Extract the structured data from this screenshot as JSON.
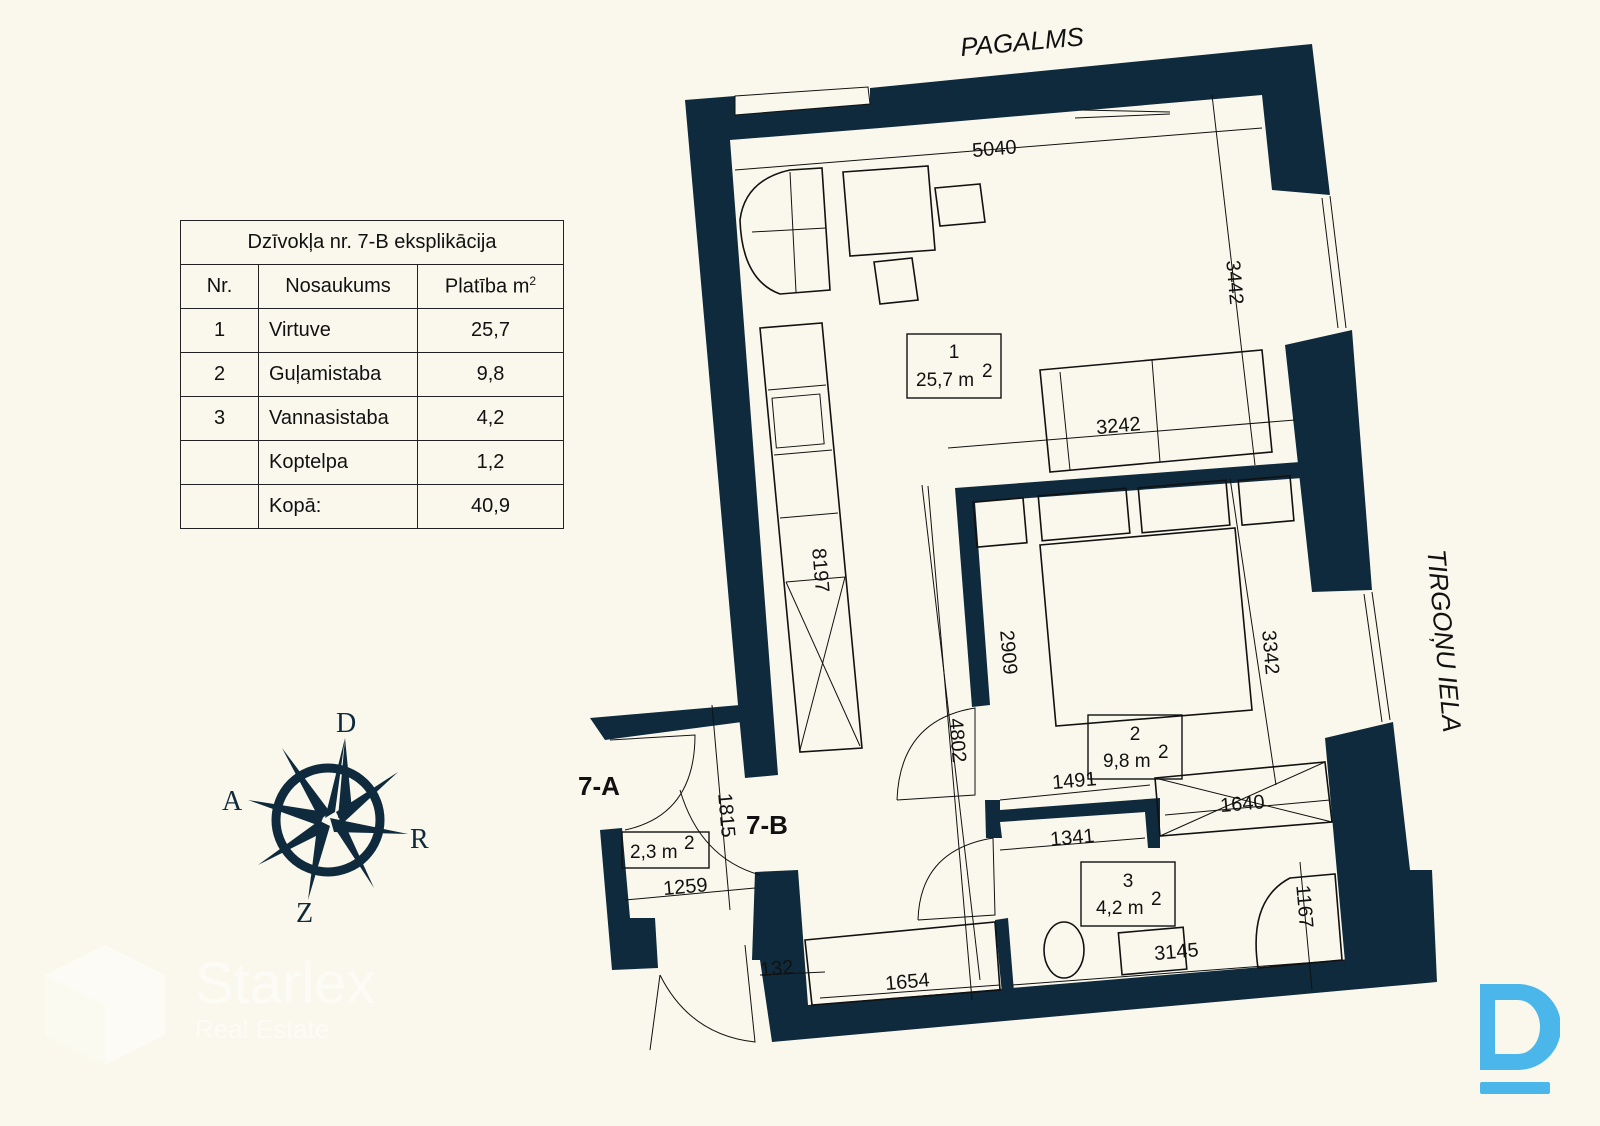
{
  "streets": {
    "top": "PAGALMS",
    "right": "TIRGOŅU IELA"
  },
  "apartments": {
    "a": "7-A",
    "b": "7-B"
  },
  "table": {
    "title": "Dzīvokļa nr. 7-B eksplikācija",
    "headers": [
      "Nr.",
      "Nosaukums",
      "Platība m",
      "2"
    ],
    "rows": [
      {
        "nr": "1",
        "name": "Virtuve",
        "area": "25,7"
      },
      {
        "nr": "2",
        "name": "Guļamistaba",
        "area": "9,8"
      },
      {
        "nr": "3",
        "name": "Vannasistaba",
        "area": "4,2"
      },
      {
        "nr": "",
        "name": "Koptelpa",
        "area": "1,2"
      },
      {
        "nr": "",
        "name": "Kopā:",
        "area": "40,9"
      }
    ]
  },
  "rooms": [
    {
      "nr": "1",
      "area": "25,7 m",
      "sup": "2"
    },
    {
      "nr": "2",
      "area": "9,8 m",
      "sup": "2"
    },
    {
      "nr": "3",
      "area": "4,2 m",
      "sup": "2"
    },
    {
      "nr": "",
      "area": "2,3 m",
      "sup": "2"
    }
  ],
  "dims": {
    "d5040": "5040",
    "d3442": "3442",
    "d3242": "3242",
    "d8197": "8197",
    "d2909": "2909",
    "d3342": "3342",
    "d4802": "4802",
    "d1491": "1491",
    "d1640": "1640",
    "d1341": "1341",
    "d1815": "1815",
    "d1259": "1259",
    "d132": "132",
    "d1654": "1654",
    "d3145": "3145",
    "d1167": "1167"
  },
  "compass": {
    "n": "D",
    "w": "A",
    "e": "R",
    "s": "Z"
  },
  "watermark": {
    "name": "Starlex",
    "sub": "Real Estate"
  },
  "logo": {
    "letter": "D",
    "color": "#4bb6ea"
  },
  "colors": {
    "wall": "#0e2a3c",
    "background": "#faf8ec"
  }
}
